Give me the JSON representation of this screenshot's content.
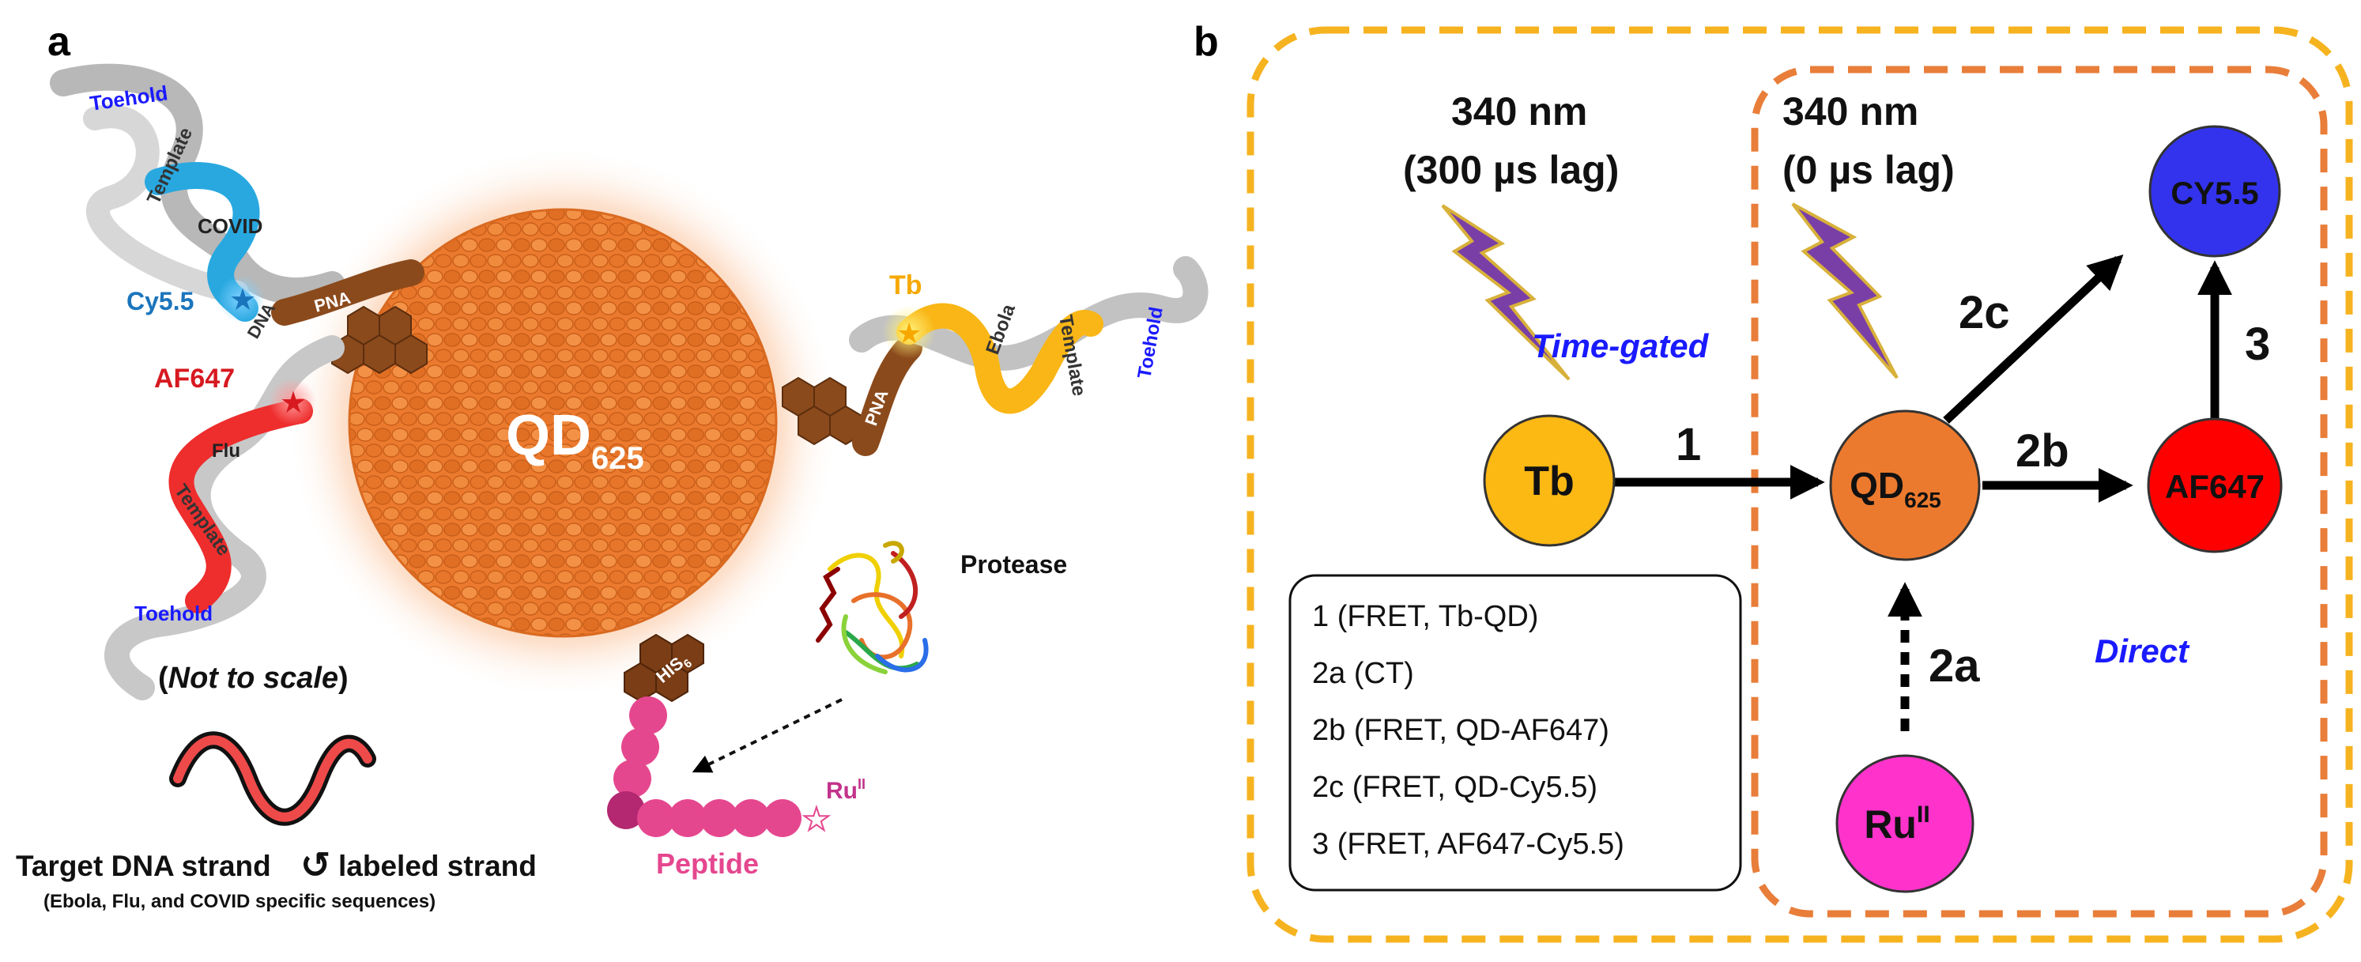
{
  "panels": {
    "a": {
      "letter": "a",
      "qd_label": "QD",
      "qd_sub": "625",
      "not_to_scale_open": "(",
      "not_to_scale": "Not to scale",
      "not_to_scale_close": ")",
      "left_strand_top": {
        "toehold": "Toehold",
        "template": "Template",
        "covid": "COVID",
        "dna": "DNA",
        "pna": "PNA"
      },
      "left_strand_bottom": {
        "flu": "Flu",
        "template": "Template",
        "toehold": "Toehold"
      },
      "right_strand": {
        "tb": "Tb",
        "ebola": "Ebola",
        "template": "Template",
        "toehold": "Toehold",
        "pna": "PNA"
      },
      "dye_cy55": "Cy5.5",
      "dye_af647": "AF647",
      "his_label": "HIS",
      "his_sub": "6",
      "protease": "Protease",
      "peptide": "Peptide",
      "ru_label": "Ru",
      "ru_sup": "II",
      "legend_target": "Target DNA strand",
      "legend_labeled": "labeled strand",
      "legend_sequences": "(Ebola, Flu, and COVID specific sequences)"
    },
    "b": {
      "letter": "b",
      "excitation_left": {
        "line1": "340 nm",
        "line2": "(300 µs lag)"
      },
      "excitation_right": {
        "line1": "340 nm",
        "line2": "(0 µs lag)"
      },
      "time_gated": "Time-gated",
      "direct": "Direct",
      "nodes": {
        "tb": "Tb",
        "qd": "QD",
        "qd_sub": "625",
        "af647": "AF647",
        "cy55": "CY5.5",
        "ru": "Ru",
        "ru_sup": "II"
      },
      "edges": {
        "e1": "1",
        "e2a": "2a",
        "e2b": "2b",
        "e2c": "2c",
        "e3": "3"
      },
      "legend": [
        "1 (FRET, Tb-QD)",
        "2a (CT)",
        "2b (FRET, QD-AF647)",
        "2c (FRET, QD-Cy5.5)",
        "3 (FRET, AF647-Cy5.5)"
      ]
    }
  },
  "colors": {
    "qd_orange": "#ec7a2e",
    "tb_yellow": "#fcb813",
    "af647_red": "#ff0000",
    "cy55_blue": "#3333ee",
    "ru_magenta": "#ff33cc",
    "outer_dash": "#f6b320",
    "inner_dash": "#e87e3a",
    "label_blue": "#1a1aff",
    "bolt_purple": "#7a3fa7",
    "cy55_text": "#1b75bc",
    "af647_text": "#d71920",
    "tb_text": "#f6a800",
    "peptide_pink": "#e5478f",
    "pna_brown": "#8b4a1c",
    "his_brown": "#7a3d15"
  }
}
